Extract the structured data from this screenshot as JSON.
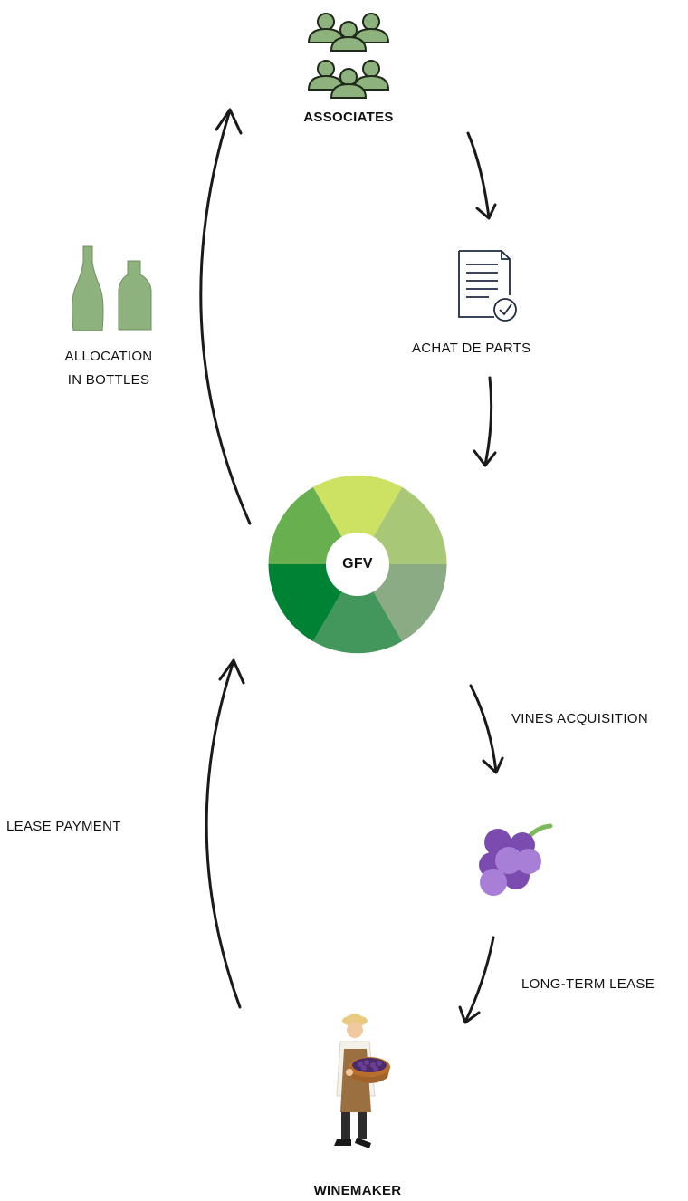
{
  "nodes": {
    "associates": "ASSOCIATES",
    "achat": "ACHAT DE PARTS",
    "gfv": "GFV",
    "allocation_line1": "ALLOCATION",
    "allocation_line2": "IN BOTTLES",
    "vines": "VINES ACQUISITION",
    "lease_payment": "LEASE PAYMENT",
    "long_term": "LONG-TERM LEASE",
    "winemaker": "WINEMAKER"
  },
  "colors": {
    "people": "#8db27d",
    "bottle": "#8db27d",
    "document": "#1f2a44",
    "grape_dark": "#7b4bb0",
    "grape_light": "#a87fd6",
    "stem": "#7cb95a",
    "wheel": [
      "#cde263",
      "#a8c878",
      "#8bab85",
      "#43965c",
      "#008235",
      "#68b04f"
    ]
  },
  "icons": [
    "people-group-icon",
    "document-check-icon",
    "wine-bottles-icon",
    "grapes-icon",
    "winemaker-icon"
  ]
}
